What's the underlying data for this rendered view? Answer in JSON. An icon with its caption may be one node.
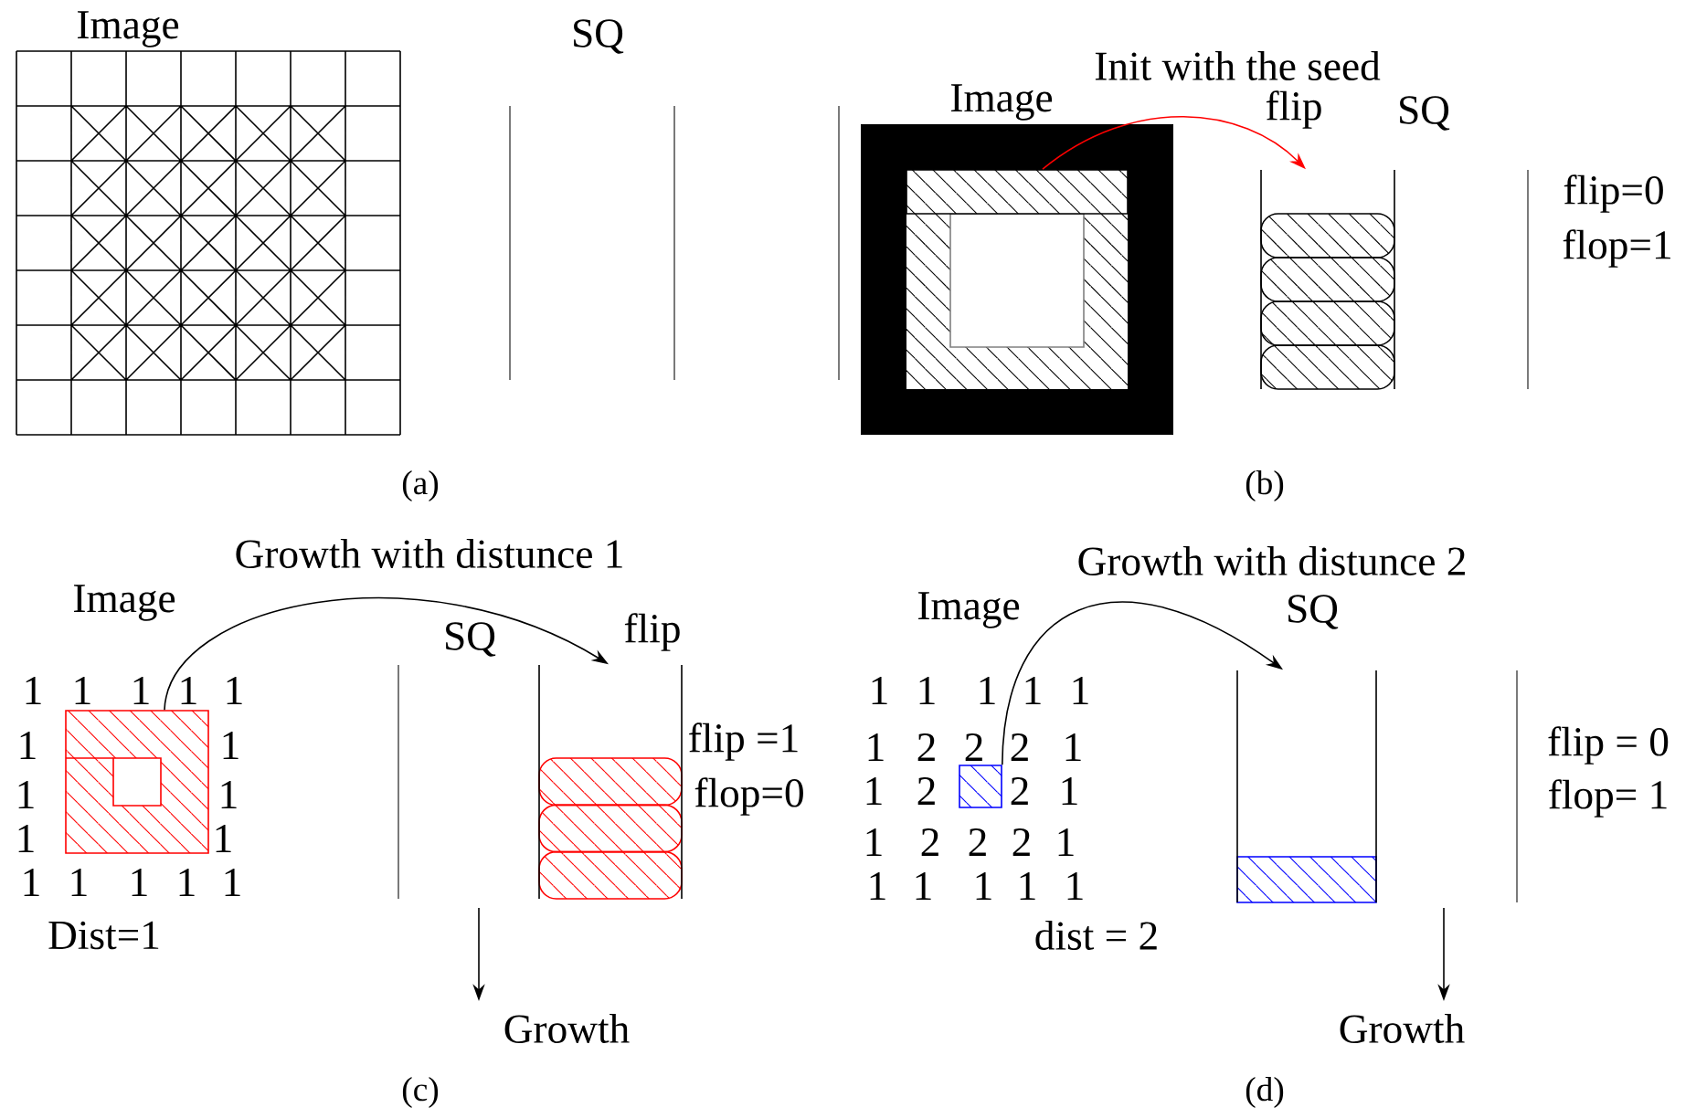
{
  "diagram": {
    "nodes": [
      {
        "text": [],
        "shape": "box"
      },
      {
        "text": [
          "flip"
        ]
      },
      {
        "text": [],
        "shape": "box"
      },
      {
        "text": [
          "flip"
        ]
      },
      {
        "text": [
          "Growth"
        ]
      },
      {
        "text": [],
        "shape": "box"
      },
      {
        "text": [
          "SQ"
        ]
      },
      {
        "text": [
          "Growth"
        ]
      }
    ],
    "edges": [
      {
        "from": 0,
        "to": 1,
        "arrow": "to",
        "label": "Init with the seed",
        "color": "#ff0000"
      },
      {
        "from": 2,
        "to": 3,
        "arrow": "to",
        "label": "Growth with distunce 1"
      },
      {
        "from": null,
        "to": 4,
        "arrow": "to"
      },
      {
        "from": 5,
        "to": 6,
        "arrow": "to",
        "label": "Growth with distunce 2"
      },
      {
        "from": null,
        "to": 7,
        "arrow": "to"
      }
    ],
    "labels": [
      "Image",
      "SQ",
      "(a)",
      "Image",
      "SQ",
      "flip=0",
      "flop=1",
      "(b)",
      "Image",
      "SQ",
      "1",
      "1",
      "1",
      "1",
      "1",
      "1",
      "1",
      "1",
      "1",
      "1",
      "1",
      "1",
      "1",
      "1",
      "1",
      "1",
      "flip =1",
      "flop=0",
      "Dist=1",
      "(c)",
      "Image",
      "1",
      "1",
      "1",
      "1",
      "1",
      "1",
      "2",
      "2",
      "2",
      "1",
      "1",
      "2",
      "2",
      "1",
      "1",
      "2",
      "2",
      "2",
      "1",
      "1",
      "1",
      "1",
      "1",
      "1",
      "flip = 0",
      "flop= 1",
      "dist = 2",
      "(d)"
    ]
  }
}
